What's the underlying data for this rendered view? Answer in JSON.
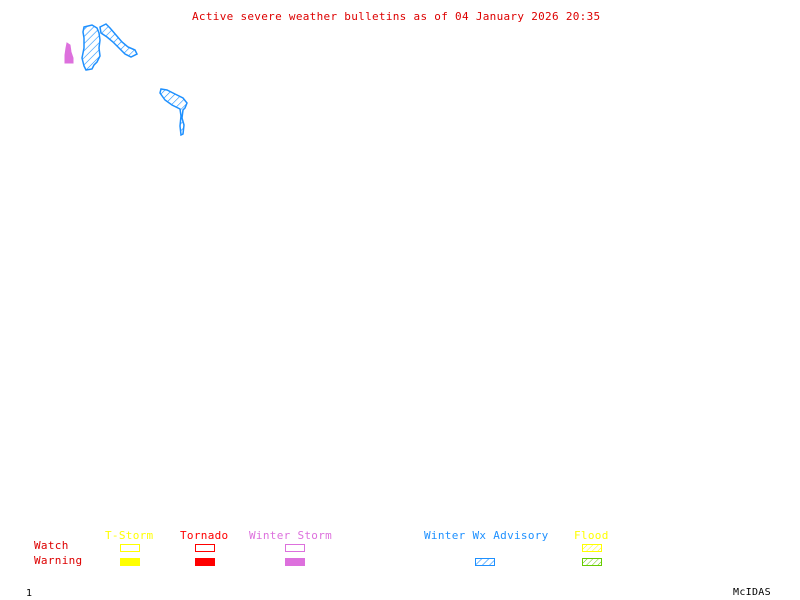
{
  "title": "Active severe weather bulletins as of 04 January 2026 20:35",
  "colors": {
    "title": "#dd0000",
    "tstorm": "#ffff00",
    "tornado": "#ff0000",
    "winter_storm": "#dd70dd",
    "winter_wx_advisory": "#1e90ff",
    "flood_watch": "#ffff00",
    "flood_warning": "#66cc00",
    "row_labels": "#dd0000",
    "footer": "#000000"
  },
  "legend": {
    "row_labels": {
      "watch": "Watch",
      "warning": "Warning"
    },
    "columns": [
      {
        "label": "T-Storm",
        "watch": "outline",
        "warning": "filled"
      },
      {
        "label": "Tornado",
        "watch": "outline",
        "warning": "filled"
      },
      {
        "label": "Winter Storm",
        "watch": "outline",
        "warning": "filled"
      },
      {
        "label": "Winter Wx Advisory",
        "watch": "none",
        "warning": "hatched"
      },
      {
        "label": "Flood",
        "watch": "hatched",
        "warning": "hatched"
      }
    ]
  },
  "map_features": [
    {
      "type": "Winter Storm Warning",
      "style": "filled"
    },
    {
      "type": "Winter Wx Advisory",
      "style": "hatched"
    },
    {
      "type": "Winter Wx Advisory",
      "style": "hatched"
    },
    {
      "type": "Winter Wx Advisory",
      "style": "hatched"
    }
  ],
  "footer": {
    "frame": "1",
    "brand": "McIDAS"
  }
}
